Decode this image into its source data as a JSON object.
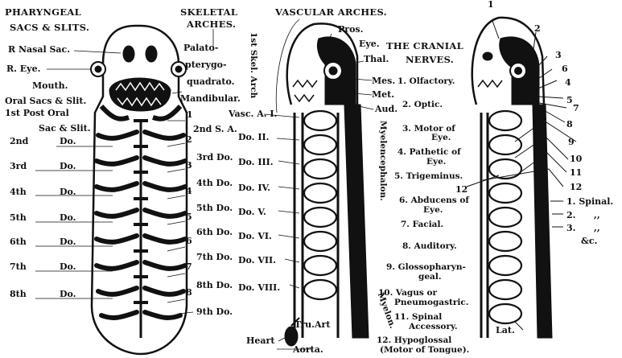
{
  "headings": {
    "pharyngeal_1": "PHARYNGEAL",
    "pharyngeal_2": "SACS & SLITS.",
    "skeletal_1": "SKELETAL",
    "skeletal_2": "ARCHES.",
    "vascular": "VASCULAR ARCHES.",
    "cranial_1": "THE CRANIAL",
    "cranial_2": "NERVES."
  },
  "left_labels": {
    "nasal": "R  Nasal Sac.",
    "eye": "R. Eye.",
    "mouth": "Mouth.",
    "oral": "Oral Sacs & Slit.",
    "postoral": "1st Post Oral",
    "sac_slit": "Sac & Slit.",
    "rows": [
      {
        "n": "2nd",
        "d": "Do."
      },
      {
        "n": "3rd",
        "d": "Do."
      },
      {
        "n": "4th",
        "d": "Do."
      },
      {
        "n": "5th",
        "d": "Do."
      },
      {
        "n": "6th",
        "d": "Do."
      },
      {
        "n": "7th",
        "d": "Do."
      },
      {
        "n": "8th",
        "d": "Do."
      }
    ]
  },
  "skeletal_labels": {
    "palato": "Palato-",
    "pterygo": "pterygo-",
    "quadrato": "quadrato.",
    "mandibular": "Mandibular.",
    "first_skel_arch": "1st Skel. Arch",
    "numbers": [
      "1",
      "2",
      "3",
      "4",
      "5",
      "6",
      "7",
      "8"
    ],
    "arches": [
      "2nd S. A.",
      "3rd  Do.",
      "4th Do.",
      "5th Do.",
      "6th Do.",
      "7th Do.",
      "8th Do.",
      "9th Do."
    ]
  },
  "vascular_labels": {
    "arches": [
      "Vasc. A. I.",
      "Do.  II.",
      "Do.  III.",
      "Do.  IV.",
      "Do.  V.",
      "Do.  VI.",
      "Do. VII.",
      "Do. VIII."
    ],
    "pros": "Pros.",
    "eye": "Eye.",
    "thal": "Thal.",
    "mes": "Mes.",
    "met": "Met.",
    "aud": "Aud.",
    "myelencephalon": "Myelencephalon.",
    "myelon": "Myelon.",
    "tru_art": "Tru.Art",
    "heart": "Heart",
    "aorta": "Aorta."
  },
  "nerves": [
    "1. Olfactory.",
    "2. Optic.",
    "3. Motor of Eye.",
    "4. Pathetic of Eye.",
    "5. Trigeminus.",
    "6. Abducens of Eye.",
    "7. Facial.",
    "8. Auditory.",
    "9. Glossopharyngeal.",
    "10. Vagus or Pneumogastric.",
    "11. Spinal Accessory.",
    "12. Hypoglossal (Motor of Tongue)."
  ],
  "nerve_lines": {
    "olfactory": "1. Olfactory.",
    "optic": "2. Optic.",
    "motor_a": "3. Motor of",
    "motor_b": "Eye.",
    "pathetic_a": "4. Pathetic of",
    "pathetic_b": "Eye.",
    "trigeminus": "5. Trigeminus.",
    "abducens_a": "6. Abducens of",
    "abducens_b": "Eye.",
    "facial": "7. Facial.",
    "auditory": "8. Auditory.",
    "glosso_a": "9. Glossopharyn-",
    "glosso_b": "geal.",
    "vagus_a": "10. Vagus or",
    "vagus_b": "Pneumogastric.",
    "spinal_a": "11. Spinal",
    "spinal_b": "Accessory.",
    "hypo_a": "12. Hypoglossal",
    "hypo_b": "(Motor of Tongue)."
  },
  "right_labels": {
    "nums": [
      "1",
      "2",
      "3",
      "6",
      "4",
      "5",
      "7",
      "8",
      "9",
      "10",
      "11",
      "12"
    ],
    "num_12_left": "12",
    "spinal": "1. Spinal.",
    "two": "2.",
    "three": "3.",
    "ditto": ",,",
    "etc": "&c.",
    "lat": "Lat."
  }
}
